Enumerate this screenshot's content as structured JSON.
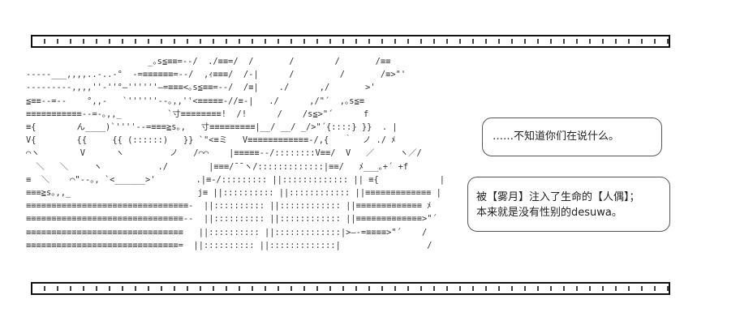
{
  "art": {
    "lines": [
      "                        _｡s≦≡≡=--/  ./≡≡=/  /       /        /       /≡≡",
      "-----___,,,,..-..-°  -=≡≡≡≡≡≡=--/  ,ｨ≡≡≡/  /-|      /         /       /≡>\"'",
      "---------,,,,''-''°—''''''—=≡≡≡<｡s≦≡≡=--/  /≡|    ./      ,/       >'",
      "≦≡≡--=--    °,,-   `''''''--｡,,''<≡≡≡≡≡-//≡-|   ./      ,/\"´  ,｡s≦≡",
      "≡≡≡≡≡≡≡≡≡≡≡--=-｡,,_         `寸≡≡≡≡≡≡≡≡!  /!      /    /s≦>\"´      f",
      "≡{        ん____)`''''--=≡≡≡≧s｡,   寸≡≡≡≡≡≡≡≡≡|__/ __/ _/>\"´{::::} }}  . |",
      "V{        {{     {{ (::::::)   }} `\"<≡ミ   V≡≡≡≡≡≡≡≡≡≡≡≡-/,{   ｀  ノ ./ ﾒ",
      "⌒ヽ        V      ヽ         ノ   /⌒⌒    |≡≡≡≡≡--/::::::::V≡≡/  V   ／     ヽ／/",
      "  ＼   ＼     ヽ           ./        |≡≡≡/¯¯ヽ/:::::::::::::|≡≡/   ﾒ___｡+´ +f",
      "≡  ＼    ⌒\"--｡, `<______>'        .|≡-/::::::::: ||::::::::::::: || ≡{            |",
      "≡≡≡≧s｡,,_                         j≡ ||:::::::::: ||:::::::::::: ||≡≡≡≡≡≡≡≡≡≡≡≡≡ |",
      "≡≡≡≡≡≡≡≡≡≡≡≡≡≡≡≡≡≡≡≡≡≡≡≡≡≡≡≡≡≡≡≡-  ||:::::::::: ||:::::::::::: ||≡≡≡≡≡≡≡≡≡≡≡≡≡ ﾒ",
      "≡≡≡≡≡≡≡≡≡≡≡≡≡≡≡≡≡≡≡≡≡≡≡≡≡≡≡≡≡≡≡--  ||:::::::::: ||:::::::::::: ||≡≡≡≡≡≡≡≡≡≡≡≡≡>\"´",
      "≡≡≡≡≡≡≡≡≡≡≡≡≡≡≡≡≡≡≡≡≡≡≡≡≡≡≡≡≡≡≡   ||:::::::::: ||:::::::::::::|>—-=≡≡≡≡>\"´    /",
      "≡≡≡≡≡≡≡≡≡≡≡≡≡≡≡≡≡≡≡≡≡≡≡≡≡≡≡≡≡≡=  ||:::::::::: ||:::::::::::::|                 /"
    ]
  },
  "bubbles": [
    {
      "lines": [
        "……不知道你们在说什么。"
      ]
    },
    {
      "lines": [
        "被【雾月】注入了生命的【人偶】；",
        "本来就是没有性别的desuwa。"
      ]
    }
  ]
}
